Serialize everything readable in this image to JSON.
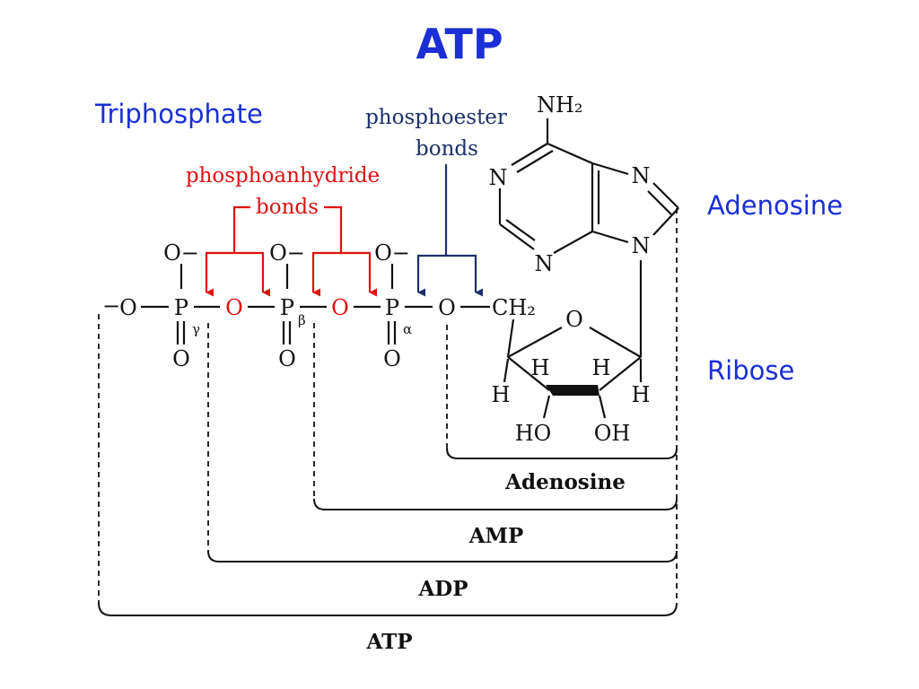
{
  "title": "ATP",
  "labels": {
    "triphosphate": "Triphosphate",
    "adenosine": "Adenosine",
    "ribose": "Ribose",
    "phosphoanhydride_1": "phosphoanhydride",
    "phosphoanhydride_2": "bonds",
    "phosphoester_1": "phosphoester",
    "phosphoester_2": "bonds"
  },
  "atoms": {
    "O": "O",
    "O_minus": "O−",
    "minus": "−",
    "P": "P",
    "gamma": "γ",
    "beta": "β",
    "alpha": "α",
    "CH2": "CH₂",
    "NH2": "NH₂",
    "N": "N",
    "H": "H",
    "HO": "HO",
    "OH": "OH"
  },
  "braces": {
    "adenosine": "Adenosine",
    "amp": "AMP",
    "adp": "ADP",
    "atp": "ATP"
  },
  "colors": {
    "title_blue": "#1a2fd6",
    "anhydride_red": "#e01010",
    "ester_navy": "#1b2f6b"
  }
}
